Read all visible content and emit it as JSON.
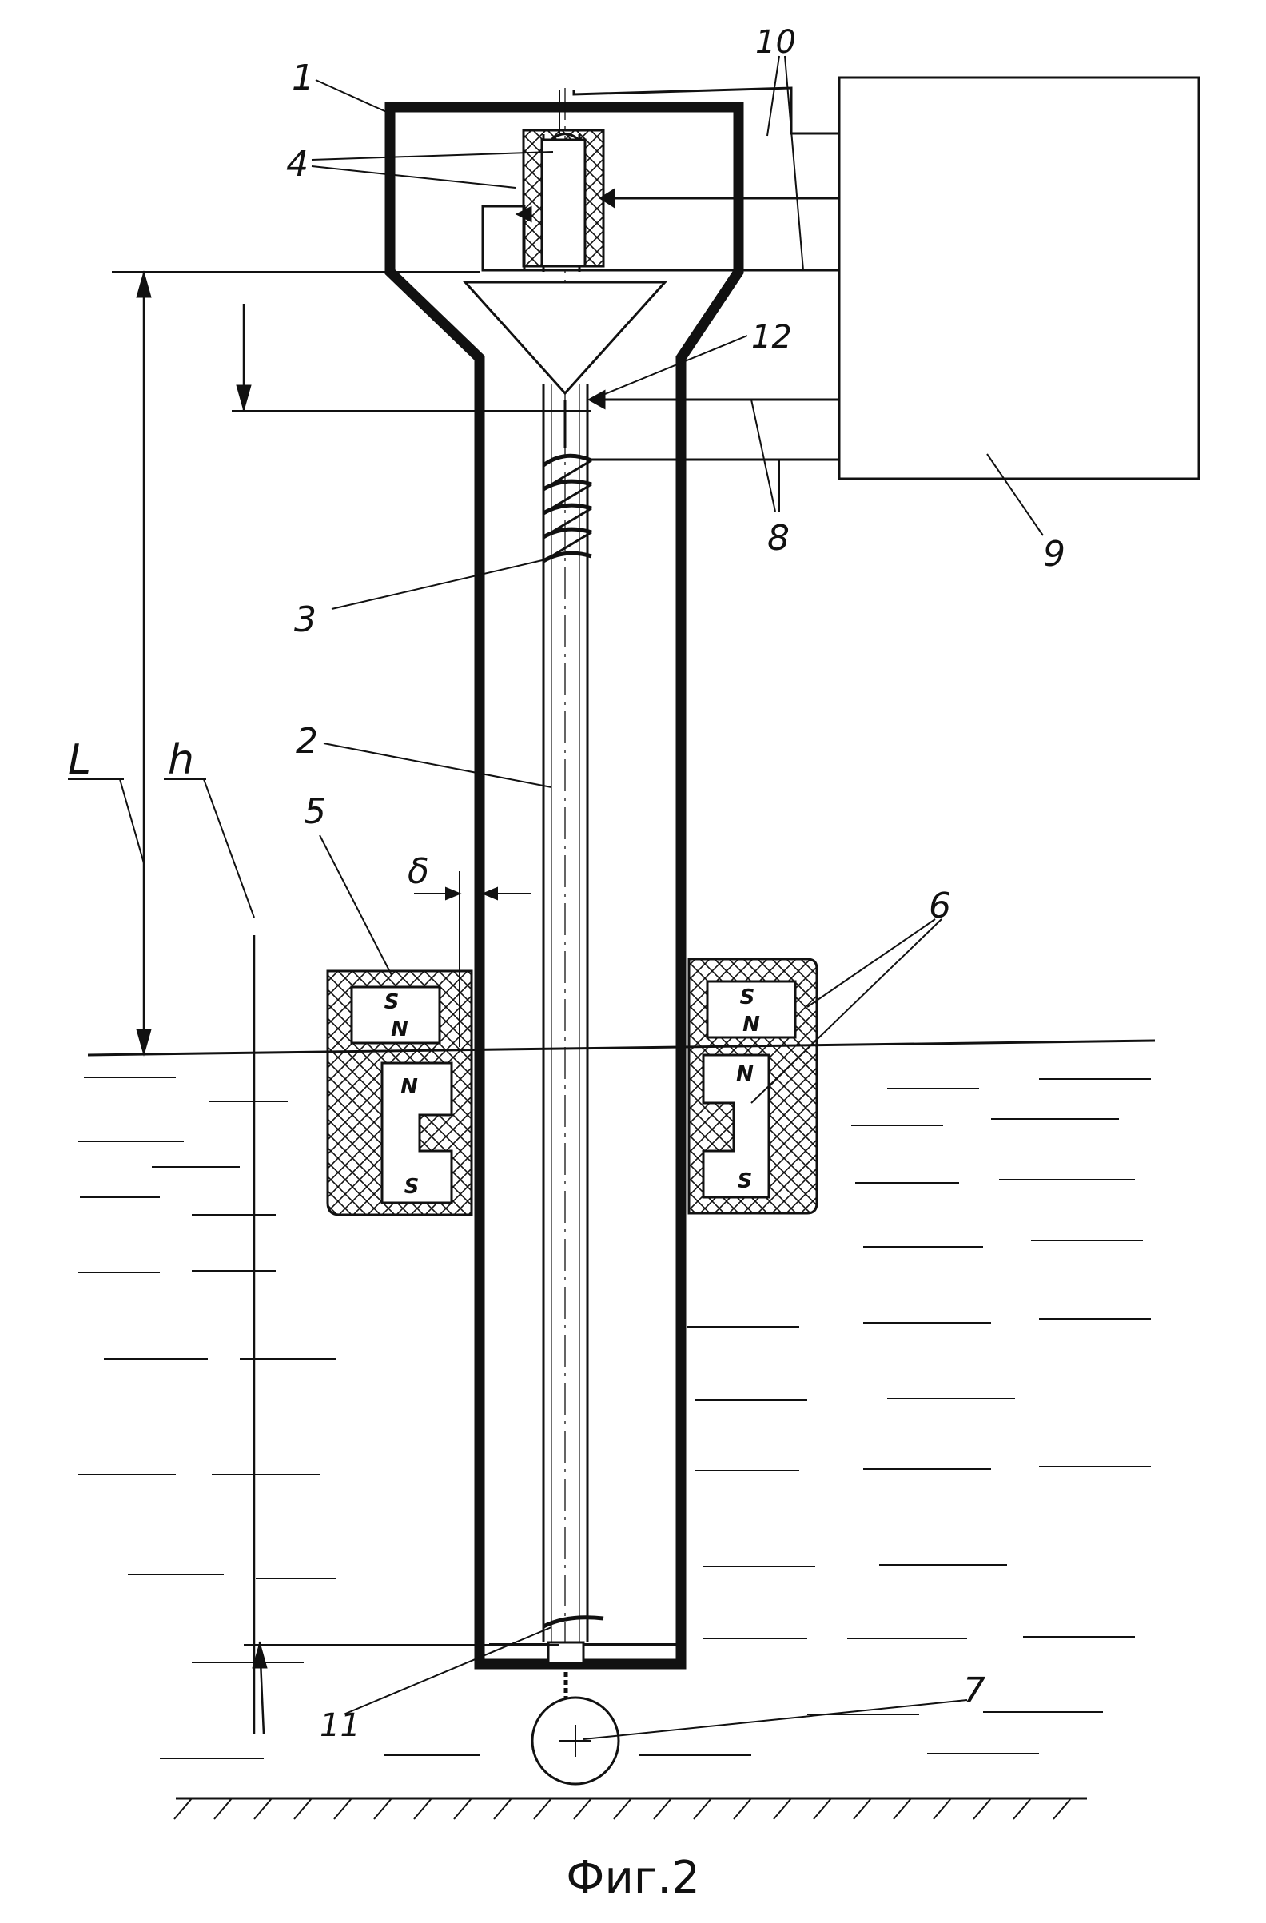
{
  "figure": {
    "caption": "Фиг.2",
    "ink_color": "#111111",
    "background": "#ffffff"
  },
  "labels": {
    "housing": "1",
    "rod": "2",
    "coil": "3",
    "electrodes_top": "4",
    "float": "5",
    "magnets": "6",
    "weight": "7",
    "leads_coil": "8",
    "electronics_unit": "9",
    "leads_top": "10",
    "bottom_contact": "11",
    "cone_contact": "12",
    "dim_L": "L",
    "dim_h": "h",
    "gap_delta": "δ"
  },
  "magnet_poles": {
    "left_top_S": "S",
    "left_top_N": "N",
    "left_bottom_N": "N",
    "left_bottom_S": "S",
    "right_top_S": "S",
    "right_top_N": "N",
    "right_bottom_N": "N",
    "right_bottom_S": "S"
  }
}
